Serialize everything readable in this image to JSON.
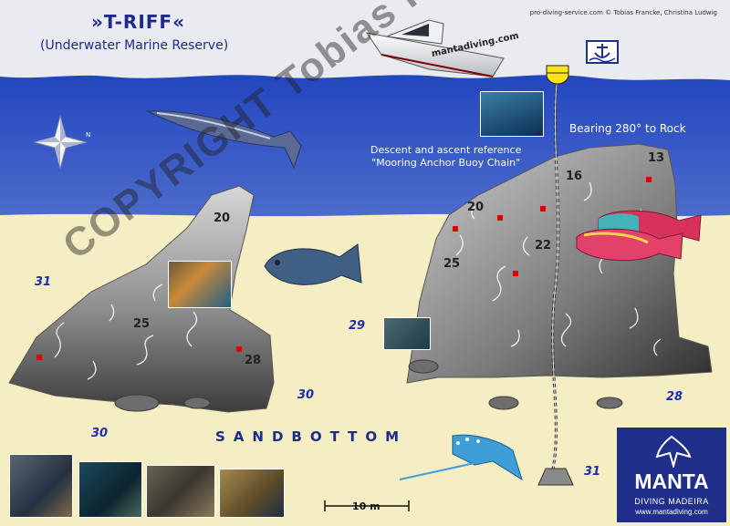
{
  "map": {
    "title": "»T-RIFF«",
    "subtitle": "(Underwater Marine Reserve)",
    "credit": "pro-diving-service.com © Tobias Francke, Christina Ludwig",
    "bearing_label": "Bearing 280° to Rock",
    "descent_line1": "Descent and ascent reference",
    "descent_line2": "\"Mooring Anchor Buoy Chain\"",
    "sandbottom_label": "SANDBOTTOM",
    "scale_label": "10 m",
    "boat_text": "mantadiving.com",
    "watermark": "COPYRIGHT Tobias Francke",
    "depths_rock": [
      "20",
      "25",
      "28",
      "20",
      "16",
      "13",
      "22",
      "25"
    ],
    "depths_sand": [
      "31",
      "29",
      "30",
      "30",
      "28",
      "31"
    ],
    "colors": {
      "sea_top": "#0d32b8",
      "sea_bottom": "#9fb6e8",
      "sand": "#f6eec3",
      "surface": "#e7e9ef",
      "rock": "#8a8a8a",
      "marker": "#e00000",
      "logo_bg": "#1f2f8a"
    },
    "icons": [
      "compass-rose-icon",
      "anchor-icon",
      "buoy-icon",
      "mooring-block-icon",
      "barracuda-icon",
      "triggerfish-icon",
      "parrotfish-icon",
      "eagle-ray-icon",
      "boat-icon"
    ]
  },
  "logo": {
    "brand": "MANTA",
    "sub": "DIVING MADEIRA",
    "url": "www.mantadiving.com"
  }
}
